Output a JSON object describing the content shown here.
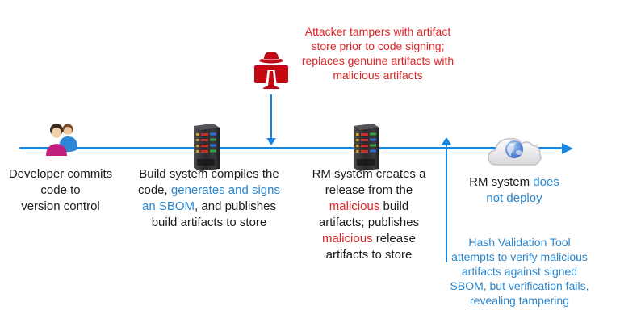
{
  "colors": {
    "black": "#1c1c1c",
    "blue": "#2986CC",
    "red": "#E32426",
    "line_blue": "#1787E4",
    "icon_red": "#C00712"
  },
  "icons": {
    "developer": "two-people-icon",
    "build_system": "server-rack-icon",
    "attacker": "spy-at-computer-icon",
    "rm_system": "server-rack-icon",
    "deploy_target": "cloud-globe-icon"
  },
  "labels": {
    "developer": [
      [
        {
          "t": "Developer commits"
        }
      ],
      [
        {
          "t": "code to"
        }
      ],
      [
        {
          "t": "version control"
        }
      ]
    ],
    "build": [
      [
        {
          "t": "Build system compiles the"
        }
      ],
      [
        {
          "t": "code, "
        },
        {
          "t": "generates and signs",
          "c": "blue"
        }
      ],
      [
        {
          "t": "an SBOM",
          "c": "blue"
        },
        {
          "t": ", and publishes"
        }
      ],
      [
        {
          "t": "build artifacts to store"
        }
      ]
    ],
    "rm": [
      [
        {
          "t": "RM system creates a"
        }
      ],
      [
        {
          "t": "release from the"
        }
      ],
      [
        {
          "t": "malicious",
          "c": "red"
        },
        {
          "t": " build"
        }
      ],
      [
        {
          "t": "artifacts; publishes"
        }
      ],
      [
        {
          "t": "malicious",
          "c": "red"
        },
        {
          "t": " release"
        }
      ],
      [
        {
          "t": "artifacts to store"
        }
      ]
    ],
    "deploy": [
      [
        {
          "t": "RM system "
        },
        {
          "t": "does",
          "c": "blue"
        }
      ],
      [
        {
          "t": "not deploy",
          "c": "blue"
        }
      ]
    ],
    "attacker_note": [
      [
        {
          "t": "Attacker tampers with artifact",
          "c": "red"
        }
      ],
      [
        {
          "t": "store prior to code signing;",
          "c": "red"
        }
      ],
      [
        {
          "t": "replaces genuine artifacts with",
          "c": "red"
        }
      ],
      [
        {
          "t": "malicious artifacts",
          "c": "red"
        }
      ]
    ],
    "hash_note": [
      [
        {
          "t": "Hash Validation Tool",
          "c": "blue"
        }
      ],
      [
        {
          "t": "attempts to verify malicious",
          "c": "blue"
        }
      ],
      [
        {
          "t": "artifacts against signed",
          "c": "blue"
        }
      ],
      [
        {
          "t": "SBOM, but verification fails,",
          "c": "blue"
        }
      ],
      [
        {
          "t": "revealing tampering",
          "c": "blue"
        }
      ]
    ]
  }
}
